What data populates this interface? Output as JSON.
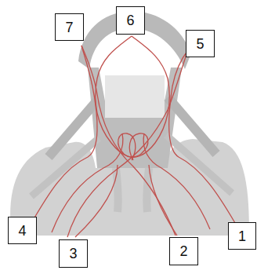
{
  "diagram": {
    "nodes": [
      {
        "text": [
          "7"
        ]
      },
      {
        "text": [
          "6"
        ]
      },
      {
        "text": [
          "5"
        ]
      },
      {
        "text": [
          "4"
        ]
      },
      {
        "text": [
          "3"
        ]
      },
      {
        "text": [
          "2"
        ]
      },
      {
        "text": [
          "1"
        ]
      }
    ]
  }
}
